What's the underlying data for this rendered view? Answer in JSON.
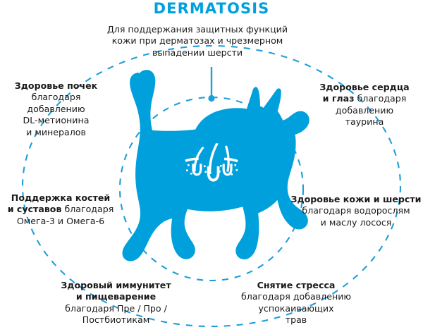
{
  "title": "DERMATOSIS",
  "colors": {
    "accent": "#00a0dc",
    "cat": "#00a0dc",
    "text": "#1a1a1a",
    "background": "#ffffff",
    "dashed_circle": "#1e9fd8"
  },
  "top_description": {
    "line1": "Для поддержания защитных функций",
    "line2": "кожи при дерматозах и чрезмерном",
    "line3": "выпадении шерсти"
  },
  "benefits": [
    {
      "id": "kidney-health",
      "heading": "Здоровье почек",
      "line1": "благодаря добавлению",
      "line2": "DL-метионина",
      "line3": "и минералов"
    },
    {
      "id": "heart-eye-health",
      "heading": "Здоровье сердца",
      "heading2": "и глаз",
      "line1": "благодаря",
      "line2": "добавлению",
      "line3": "таурина"
    },
    {
      "id": "bones-joints",
      "heading": "Поддержка костей",
      "heading2": "и суставов",
      "line1": "благодаря",
      "line2": "Омега-3 и Омега-6"
    },
    {
      "id": "skin-coat-health",
      "heading": "Здоровье кожи и шерсти",
      "line1": "благодаря водорослям",
      "line2": "и маслу лосося"
    },
    {
      "id": "immunity-digestion",
      "heading": "Здоровый иммунитет",
      "heading2": "и пищеварение",
      "line1": "благодаря Пре / Про /",
      "line2": "Постбиотикам"
    },
    {
      "id": "stress-relief",
      "heading": "Снятие стресса",
      "line1": "благодаря добавлению",
      "line2": "успокаивающих",
      "line3": "трав"
    }
  ],
  "graphics": {
    "cat_silhouette": "cat-icon",
    "hair_follicle": "hair-follicle-icon",
    "connector_dot": "connector-dot",
    "inner_circle": "inner-dashed-circle",
    "outer_circle": "outer-dashed-circle"
  }
}
